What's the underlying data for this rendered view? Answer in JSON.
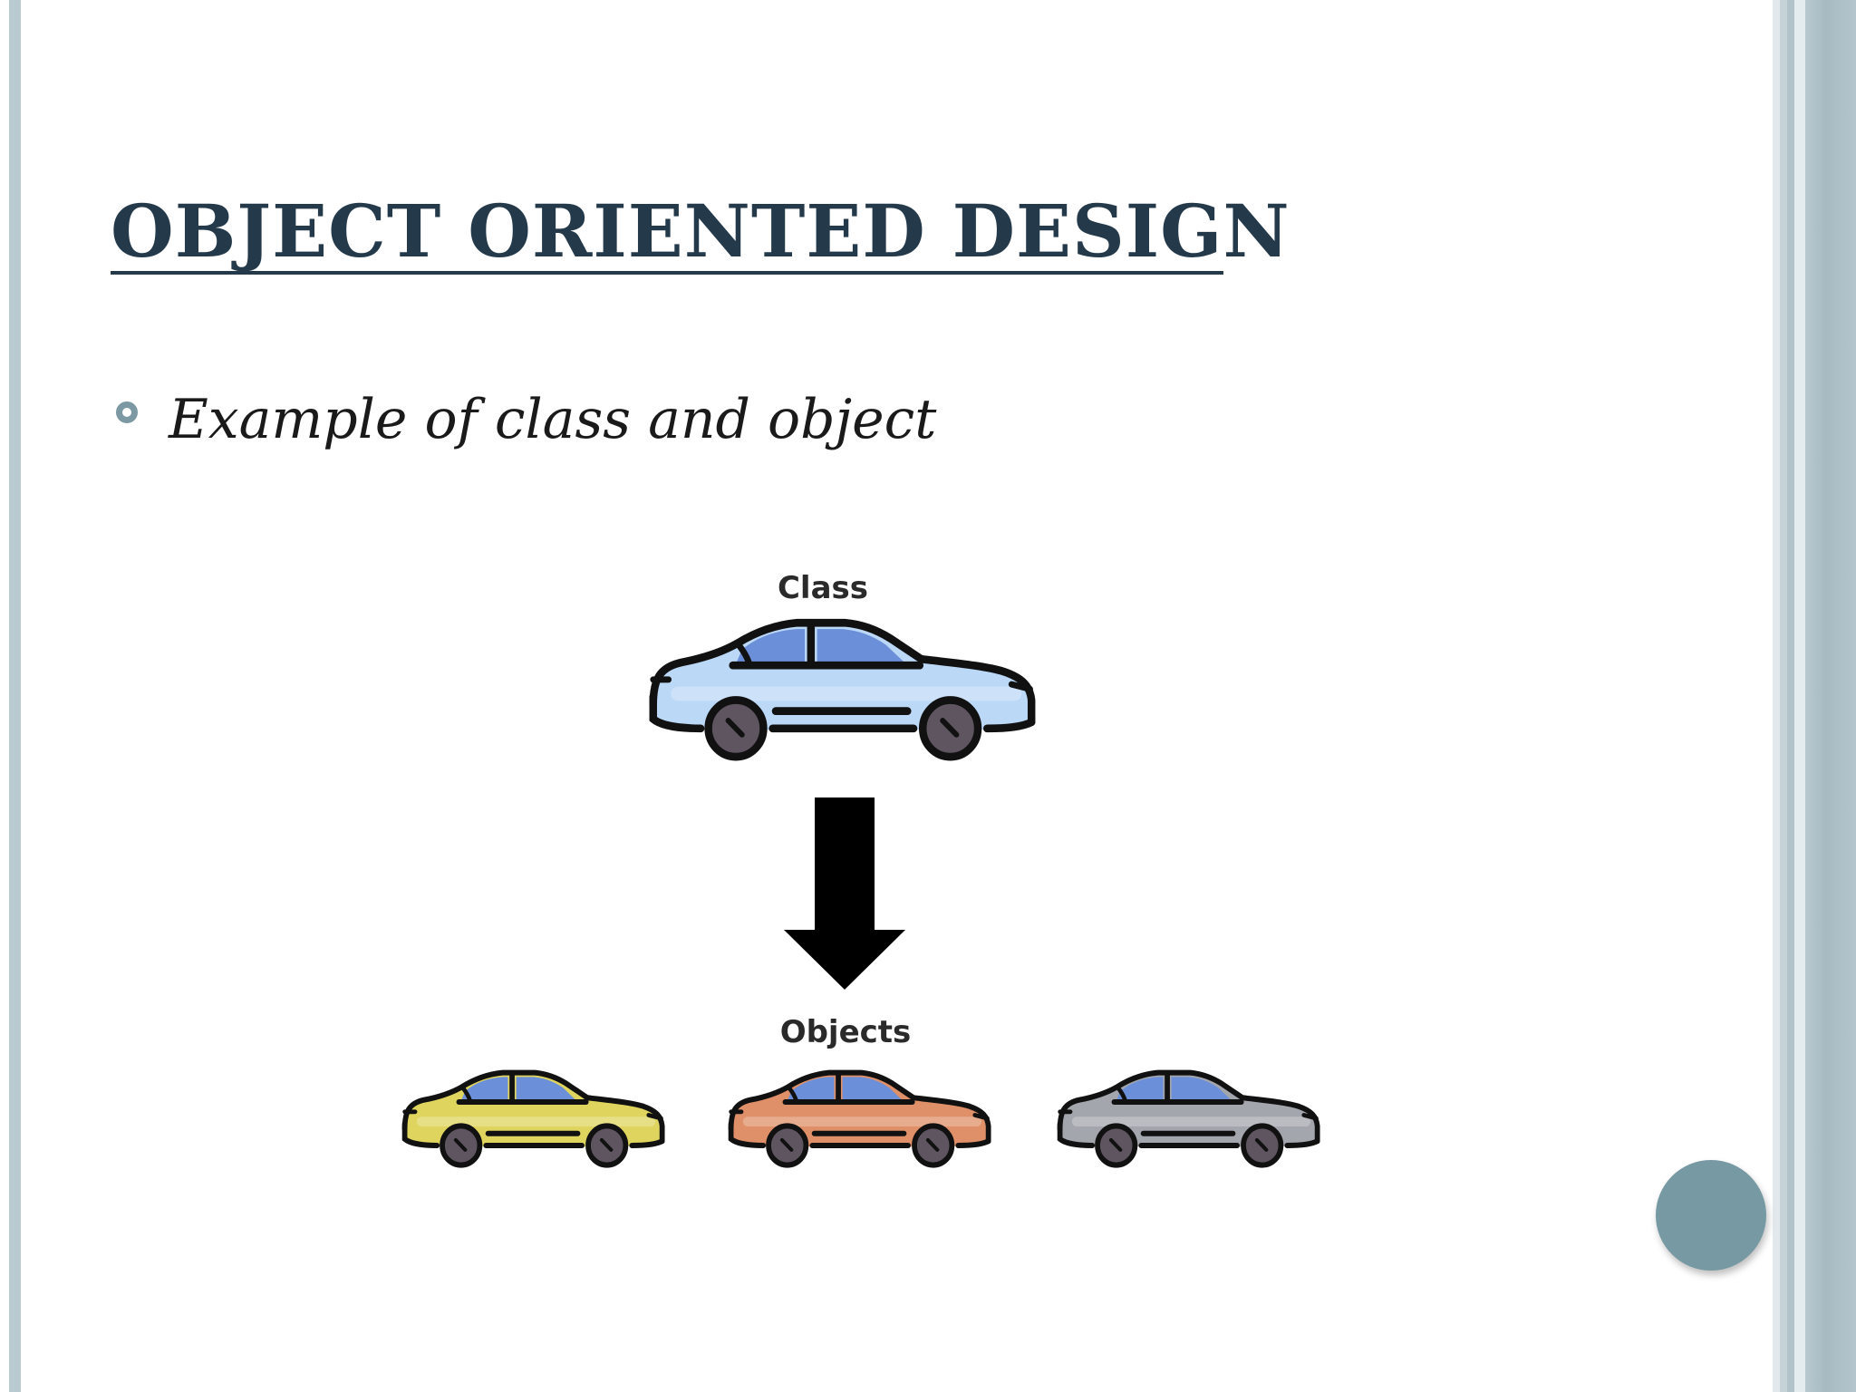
{
  "slide": {
    "title": "OBJECT ORIENTED DESIGN",
    "bullets": [
      {
        "text": "Example of class and object"
      }
    ]
  },
  "diagram": {
    "class_label": "Class",
    "objects_label": "Objects",
    "class_car": {
      "icon": "car-icon",
      "color": "#bcd8f7"
    },
    "object_cars": [
      {
        "icon": "car-icon",
        "color": "#dfd55e"
      },
      {
        "icon": "car-icon",
        "color": "#df9068"
      },
      {
        "icon": "car-icon",
        "color": "#a3a6ad"
      }
    ]
  },
  "colors": {
    "title": "#243a4a",
    "bullet": "#7c99a3",
    "accent": "#7699a4"
  }
}
